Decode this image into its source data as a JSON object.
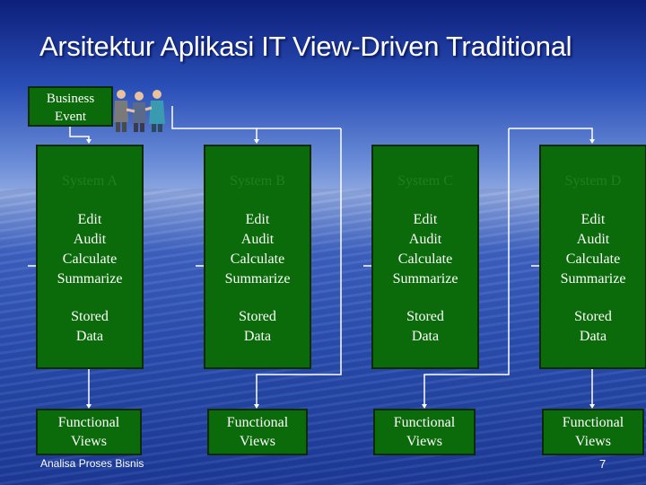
{
  "title": "Arsitektur Aplikasi IT View-Driven Traditional",
  "event": {
    "line1": "Business",
    "line2": "Event"
  },
  "systems": [
    {
      "name": "System A",
      "ops": [
        "Edit",
        "Audit",
        "Calculate",
        "Summarize"
      ],
      "stored": [
        "Stored",
        "Data"
      ],
      "view": [
        "Functional",
        "Views"
      ]
    },
    {
      "name": "System B",
      "ops": [
        "Edit",
        "Audit",
        "Calculate",
        "Summarize"
      ],
      "stored": [
        "Stored",
        "Data"
      ],
      "view": [
        "Functional",
        "Views"
      ]
    },
    {
      "name": "System C",
      "ops": [
        "Edit",
        "Audit",
        "Calculate",
        "Summarize"
      ],
      "stored": [
        "Stored",
        "Data"
      ],
      "view": [
        "Functional",
        "Views"
      ]
    },
    {
      "name": "System D",
      "ops": [
        "Edit",
        "Audit",
        "Calculate",
        "Summarize"
      ],
      "stored": [
        "Stored",
        "Data"
      ],
      "view": [
        "Functional",
        "Views"
      ]
    }
  ],
  "footer": "Analisa Proses Bisnis",
  "page_number": "7",
  "colors": {
    "box_green": "#0b6b0b",
    "line": "#ffffff",
    "system_name": "#1f7f1f"
  }
}
